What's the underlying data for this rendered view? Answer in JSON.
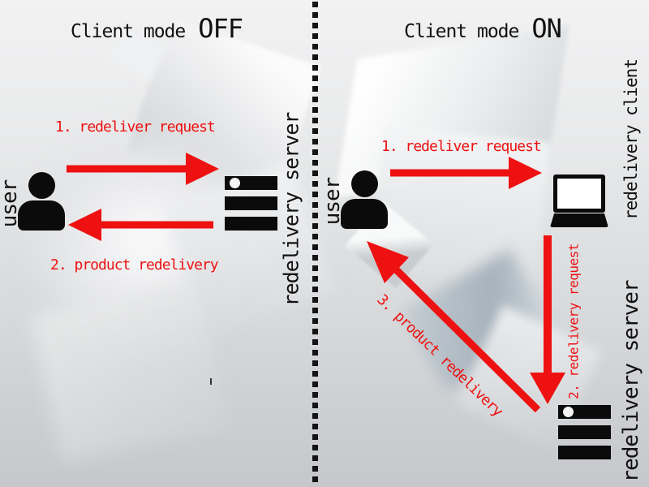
{
  "titles": {
    "left": {
      "prefix": "Client mode",
      "mode": "OFF"
    },
    "right": {
      "prefix": "Client mode",
      "mode": "ON"
    }
  },
  "left_panel": {
    "user_label": "user",
    "server_label": "redelivery server",
    "step1_label": "1. redeliver request",
    "step2_label": "2. product redelivery"
  },
  "right_panel": {
    "user_label": "user",
    "client_label": "redelivery client",
    "server_label": "redelivery server",
    "step1_label": "1. redeliver request",
    "step2_label": "2. redelivery request",
    "step3_label": "3. product redelivery"
  },
  "icons": {
    "left_user": "user-icon",
    "left_server": "server-icon",
    "right_user": "user-icon",
    "right_client": "laptop-icon",
    "right_server": "server-icon"
  },
  "colors": {
    "arrow_red": "#ee1111",
    "icon_black": "#0b0b0b",
    "divider_black": "#141414",
    "background_top": "#f2f2f3",
    "background_bottom": "#c5c7cb"
  }
}
